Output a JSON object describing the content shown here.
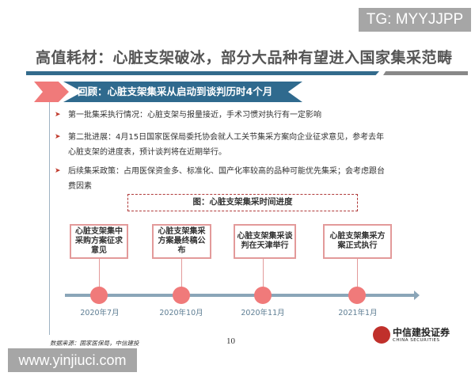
{
  "watermark_top": "TG: MYYJJPP",
  "title": "高值耗材：心脏支架破冰，部分大品种有望进入国家集采范畴",
  "banner": "回顾：心脏支架集采从启动到谈判历时4个月",
  "bullets": [
    "第一批集采执行情况：心脏支架与报量接近，手术习惯对执行有一定影响",
    "第二批进展：4月15日国家医保局委托协会就人工关节集采方案向企业征求意见，参考去年心脏支架的进度表，预计谈判将在近期举行。",
    "后续集采政策：占用医保资金多、标准化、国产化率较高的品种可能优先集采；会考虑跟台费因素"
  ],
  "figure_title": "图：心脏支架集采时间进度",
  "timeline": [
    {
      "event": "心脏支架集中采购方案征求意见",
      "date": "2020年7月"
    },
    {
      "event": "心脏支架集采方案最终稿公布",
      "date": "2020年10月"
    },
    {
      "event": "心脏支架集采谈判在天津举行",
      "date": "2020年11月"
    },
    {
      "event": "心脏支架集采方案正式执行",
      "date": "2021年1月"
    }
  ],
  "source": "数据来源：国家医保局，中信建投",
  "page_number": "10",
  "logo": {
    "cn": "中信建投证券",
    "en": "CHINA SECURITIES",
    "mark": "CITIC"
  },
  "watermark_bottom": "www.yinjiuci.com",
  "colors": {
    "accent_blue": "#2f6a8e",
    "accent_pink": "#f07a7a",
    "axis": "#8aa5b8"
  }
}
